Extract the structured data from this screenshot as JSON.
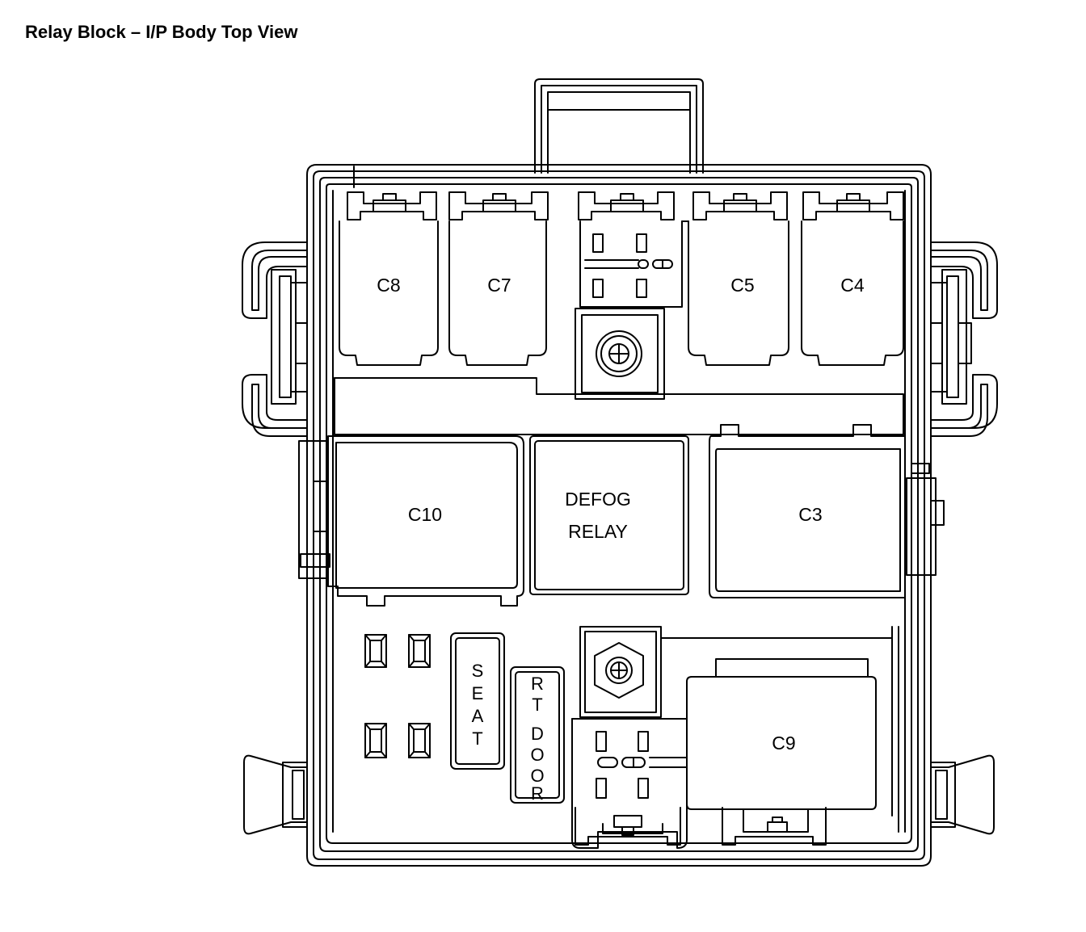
{
  "title": "Relay Block – I/P Body Top View",
  "components": {
    "c8": "C8",
    "c7": "C7",
    "c5": "C5",
    "c4": "C4",
    "c10": "C10",
    "c3": "C3",
    "c9": "C9",
    "defog_line1": "DEFOG",
    "defog_line2": "RELAY",
    "seat": [
      "S",
      "E",
      "A",
      "T"
    ],
    "rt_door": [
      "R",
      "T",
      "D",
      "O",
      "O",
      "R"
    ]
  }
}
